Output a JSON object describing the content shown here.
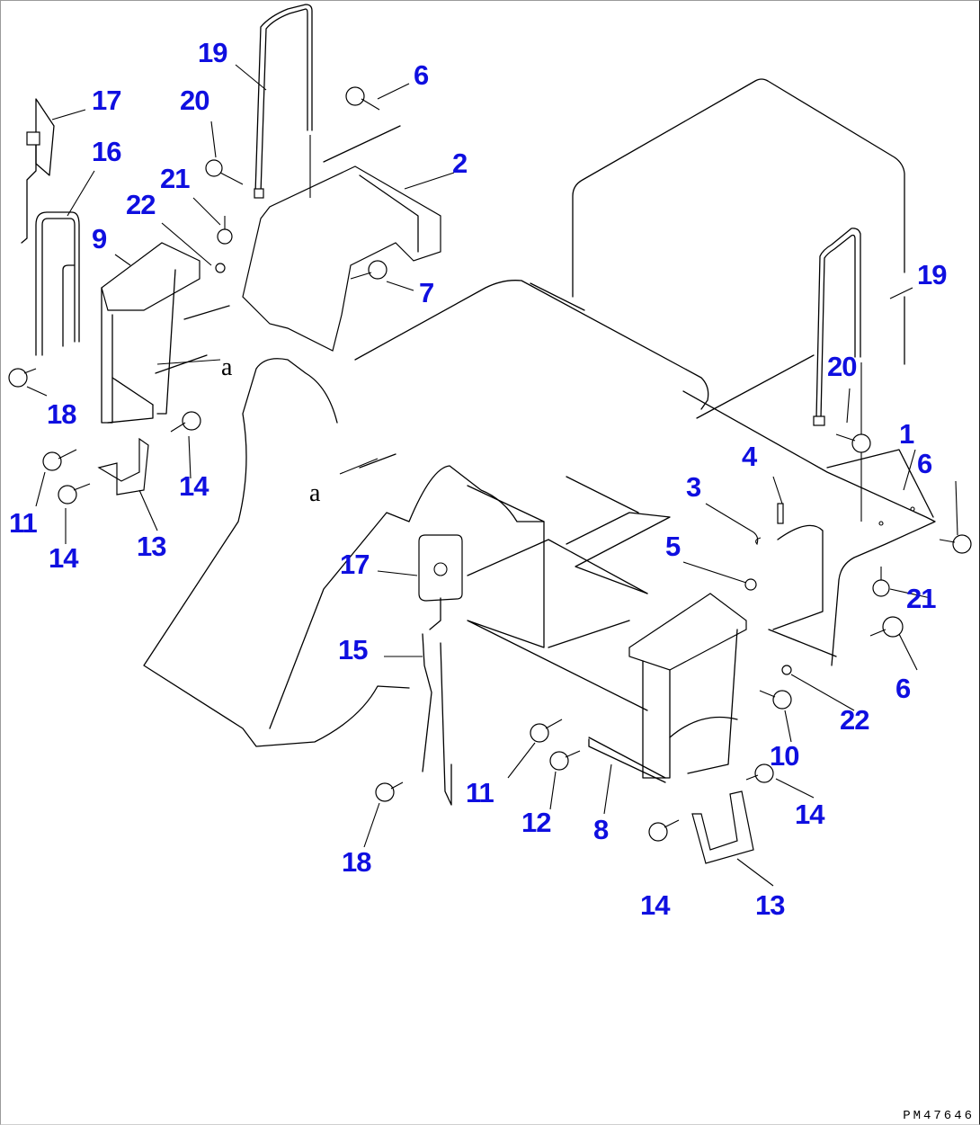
{
  "diagram": {
    "type": "exploded parts diagram",
    "drawing_number": "PM47646",
    "callout_color": "#0f0fe0",
    "view_marker": "a",
    "callouts": [
      {
        "id": "c19a",
        "label": "19"
      },
      {
        "id": "c6a",
        "label": "6"
      },
      {
        "id": "c17a",
        "label": "17"
      },
      {
        "id": "c20a",
        "label": "20"
      },
      {
        "id": "c16",
        "label": "16"
      },
      {
        "id": "c2",
        "label": "2"
      },
      {
        "id": "c21a",
        "label": "21"
      },
      {
        "id": "c22a",
        "label": "22"
      },
      {
        "id": "c9",
        "label": "9"
      },
      {
        "id": "c7",
        "label": "7"
      },
      {
        "id": "c19b",
        "label": "19"
      },
      {
        "id": "c20b",
        "label": "20"
      },
      {
        "id": "c18a",
        "label": "18"
      },
      {
        "id": "c14a",
        "label": "14"
      },
      {
        "id": "c1",
        "label": "1"
      },
      {
        "id": "c6b",
        "label": "6"
      },
      {
        "id": "c4",
        "label": "4"
      },
      {
        "id": "c3",
        "label": "3"
      },
      {
        "id": "c11a",
        "label": "11"
      },
      {
        "id": "c14b",
        "label": "14"
      },
      {
        "id": "c13a",
        "label": "13"
      },
      {
        "id": "c5",
        "label": "5"
      },
      {
        "id": "c17b",
        "label": "17"
      },
      {
        "id": "c21b",
        "label": "21"
      },
      {
        "id": "c15",
        "label": "15"
      },
      {
        "id": "c6c",
        "label": "6"
      },
      {
        "id": "c22b",
        "label": "22"
      },
      {
        "id": "c10",
        "label": "10"
      },
      {
        "id": "c11b",
        "label": "11"
      },
      {
        "id": "c14c",
        "label": "14"
      },
      {
        "id": "c12",
        "label": "12"
      },
      {
        "id": "c8",
        "label": "8"
      },
      {
        "id": "c18b",
        "label": "18"
      },
      {
        "id": "c14d",
        "label": "14"
      },
      {
        "id": "c13b",
        "label": "13"
      }
    ]
  }
}
